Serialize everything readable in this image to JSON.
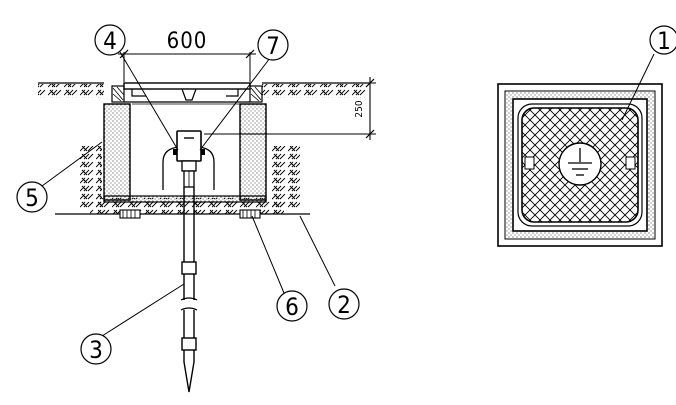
{
  "dimensions": {
    "width_label": "600",
    "depth_label": "250"
  },
  "callouts": [
    {
      "id": "1",
      "label": "1"
    },
    {
      "id": "2",
      "label": "2"
    },
    {
      "id": "3",
      "label": "3"
    },
    {
      "id": "4",
      "label": "4"
    },
    {
      "id": "5",
      "label": "5"
    },
    {
      "id": "6",
      "label": "6"
    },
    {
      "id": "7",
      "label": "7"
    }
  ],
  "icons": {
    "plan_center": "earth-ground-symbol-icon"
  },
  "colors": {
    "line": "#000000",
    "background": "#ffffff"
  }
}
